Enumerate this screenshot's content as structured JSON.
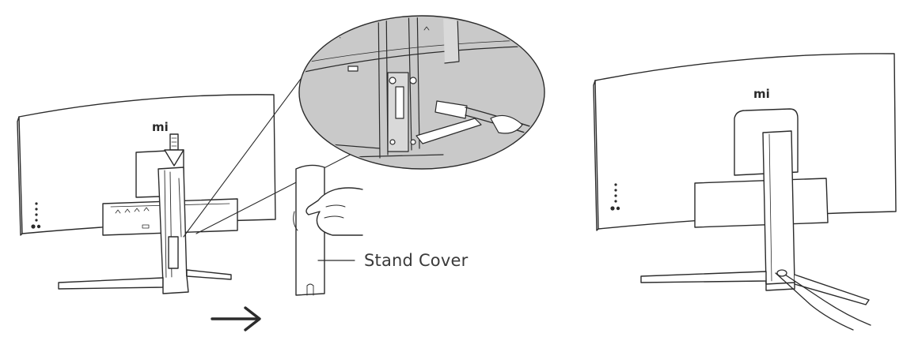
{
  "labels": {
    "stand_cover": "Stand Cover",
    "logo_left": "mi",
    "logo_right": "mi"
  },
  "icons": {
    "direction": "arrow-right-icon",
    "hand": "hand-icon",
    "press": "arrow-down-icon"
  },
  "colors": {
    "line": "#2b2b2b",
    "magnifier_fill": "#c9c9c9",
    "background": "#ffffff"
  }
}
